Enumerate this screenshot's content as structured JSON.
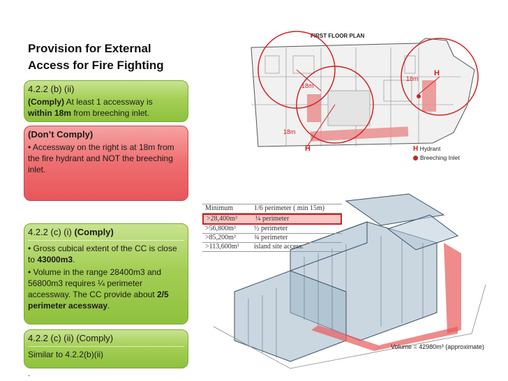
{
  "title_lines": [
    "Provision for External",
    "Access for Fire Fighting"
  ],
  "boxes": {
    "b1": {
      "head": "4.2.2 (b) (ii)",
      "comply": "(Comply)",
      "text_a": " At least 1 accessway is",
      "text_b": "within 18m",
      "text_c": " from breeching inlet."
    },
    "b2": {
      "head": "(Don’t Comply)",
      "text": "• Accessway on the right is at 18m from the fire hydrant and NOT the breeching inlet."
    },
    "b3": {
      "head_a": "4.2.2 (c) (i) ",
      "head_b": "(Comply)",
      "p1_a": "• Gross cubical extent of the CC is close to ",
      "p1_b": "43000m3",
      "p1_c": ".",
      "p2_a": "• Volume in the range 28400m3 and 56800m3 requires ¼ perimeter accessway. The CC provide about ",
      "p2_b": "2/5 perimeter acessway",
      "p2_c": "."
    },
    "b4": {
      "head": "4.2.2 (c) (ii) (Comply)",
      "text": "Similar to 4.2.2(b)(ii)"
    },
    "dot": "."
  },
  "plan": {
    "title": "FIRST FLOOR PLAN",
    "label_18m": "18m",
    "label_h": "H",
    "legend_hydrant": "Hydrant",
    "legend_inlet": "Breeching Inlet"
  },
  "table": {
    "header_c1": "Minimum",
    "header_c2": "1/6 perimeter ( min 15m)",
    "rows": [
      {
        "c1": ">28,400m³",
        "c2": "¼ perimeter",
        "highlight": true
      },
      {
        "c1": ">56,800m³",
        "c2": "½ perimeter",
        "highlight": false
      },
      {
        "c1": ">85,200m³",
        "c2": "¾ perimeter",
        "highlight": false
      },
      {
        "c1": ">113,600m³",
        "c2": "island site access.",
        "highlight": false
      }
    ]
  },
  "volume_note": "Volume = 42980m³ (approximate)",
  "colors": {
    "green": "#9bc94a",
    "red": "#e8565a",
    "hydrant": "#d32020"
  }
}
